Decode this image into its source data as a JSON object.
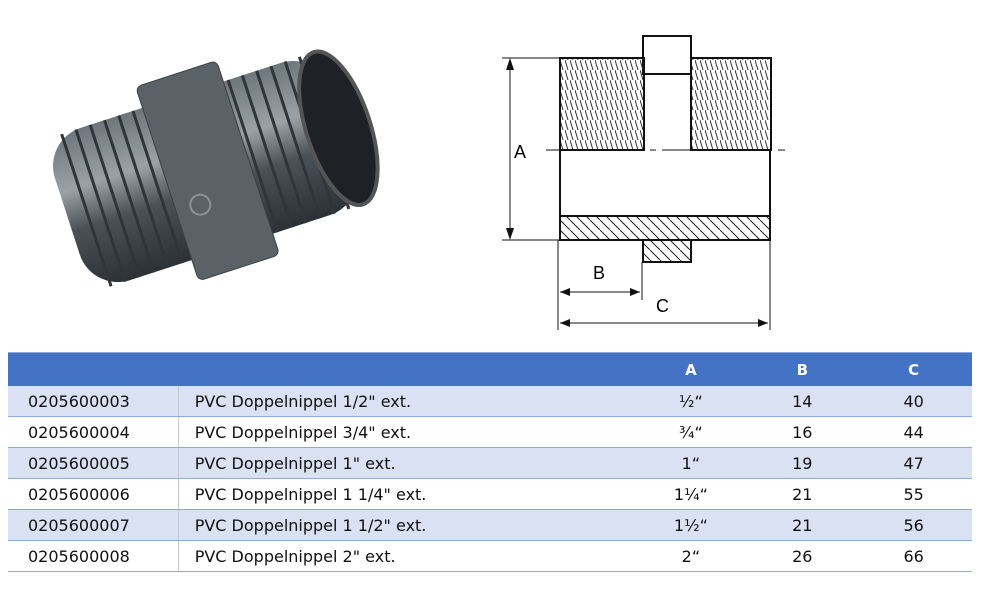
{
  "drawing": {
    "label_a": "A",
    "label_b": "B",
    "label_c": "C"
  },
  "table": {
    "headers": [
      "",
      "",
      "A",
      "B",
      "C"
    ],
    "rows": [
      {
        "code": "0205600003",
        "desc": "PVC Doppelnippel 1/2\" ext.",
        "a": "½“",
        "b": "14",
        "c": "40"
      },
      {
        "code": "0205600004",
        "desc": "PVC Doppelnippel 3/4\" ext.",
        "a": "¾“",
        "b": "16",
        "c": "44"
      },
      {
        "code": "0205600005",
        "desc": "PVC Doppelnippel 1\" ext.",
        "a": "1“",
        "b": "19",
        "c": "47"
      },
      {
        "code": "0205600006",
        "desc": "PVC Doppelnippel 1 1/4\" ext.",
        "a": "1¼“",
        "b": "21",
        "c": "55"
      },
      {
        "code": "0205600007",
        "desc": "PVC Doppelnippel 1 1/2\" ext.",
        "a": "1½“",
        "b": "21",
        "c": "56"
      },
      {
        "code": "0205600008",
        "desc": "PVC Doppelnippel 2\" ext.",
        "a": "2“",
        "b": "26",
        "c": "66"
      }
    ]
  },
  "colors": {
    "header": "#4472C4",
    "band": "#D9E1F2",
    "pvc": "#4a5258"
  }
}
